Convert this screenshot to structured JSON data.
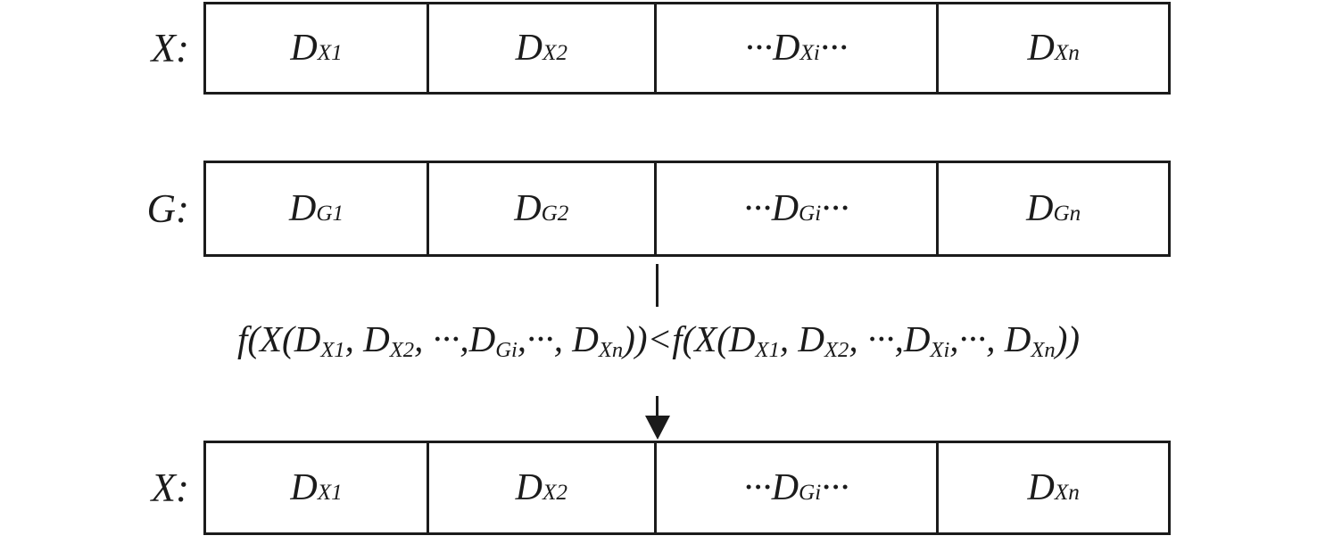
{
  "colors": {
    "stroke": "#1b1b1b",
    "background": "#ffffff"
  },
  "rows": [
    {
      "label": "X:",
      "cells": [
        {
          "pre": "",
          "base": "D",
          "sub": "X1",
          "post": ""
        },
        {
          "pre": "",
          "base": "D",
          "sub": "X2",
          "post": ""
        },
        {
          "pre": "···",
          "base": "D",
          "sub": "Xi",
          "post": "···"
        },
        {
          "pre": "",
          "base": "D",
          "sub": "Xn",
          "post": ""
        }
      ]
    },
    {
      "label": "G:",
      "cells": [
        {
          "pre": "",
          "base": "D",
          "sub": "G1",
          "post": ""
        },
        {
          "pre": "",
          "base": "D",
          "sub": "G2",
          "post": ""
        },
        {
          "pre": "···",
          "base": "D",
          "sub": "Gi",
          "post": "···"
        },
        {
          "pre": "",
          "base": "D",
          "sub": "Gn",
          "post": ""
        }
      ]
    },
    {
      "label": "X:",
      "cells": [
        {
          "pre": "",
          "base": "D",
          "sub": "X1",
          "post": ""
        },
        {
          "pre": "",
          "base": "D",
          "sub": "X2",
          "post": ""
        },
        {
          "pre": "···",
          "base": "D",
          "sub": "Gi",
          "post": "···"
        },
        {
          "pre": "",
          "base": "D",
          "sub": "Xn",
          "post": ""
        }
      ]
    }
  ],
  "formula": {
    "segments": [
      {
        "t": "f(X(D"
      },
      {
        "t": "X1"
      },
      {
        "t": ", D"
      },
      {
        "t": "X2"
      },
      {
        "t": ", ···,D"
      },
      {
        "t": "Gi"
      },
      {
        "t": ",···, D"
      },
      {
        "t": "Xn"
      },
      {
        "t": "))<f(X(D"
      },
      {
        "t": "X1"
      },
      {
        "t": ", D"
      },
      {
        "t": "X2"
      },
      {
        "t": ", ···,D"
      },
      {
        "t": "Xi"
      },
      {
        "t": ",···, D"
      },
      {
        "t": "Xn"
      },
      {
        "t": "))"
      }
    ]
  }
}
